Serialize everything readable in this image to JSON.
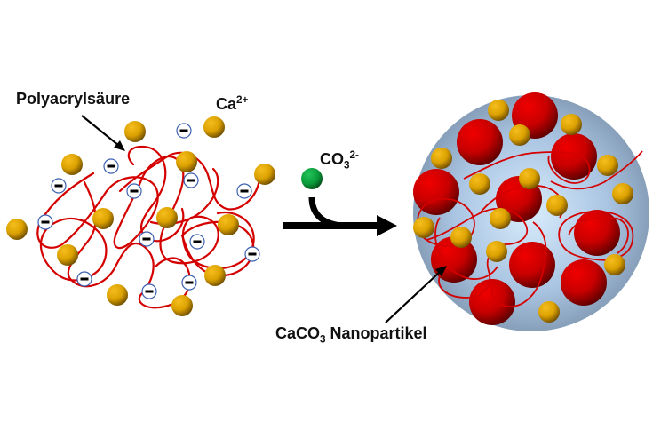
{
  "labels": {
    "polyacrylic_acid": "Polyacrylsäure",
    "calcium_base": "Ca",
    "calcium_charge": "2+",
    "carbonate_base": "CO",
    "carbonate_sub": "3",
    "carbonate_charge": "2-",
    "nanoparticle_base": "CaCO",
    "nanoparticle_sub": "3",
    "nanoparticle_name": " Nanopartikel"
  },
  "colors": {
    "calcium_ion": "#e0a800",
    "polymer_chain": "#d40000",
    "anion_ring": "#3a5fb0",
    "carbonate_ion": "#0a9a3a",
    "nanoparticle": "#cc0000",
    "sphere_fill": "#a9c4e2",
    "arrow": "#000000"
  },
  "icons": {
    "negative_charge": "minus-in-circle",
    "reaction_arrow": "right-arrow"
  }
}
